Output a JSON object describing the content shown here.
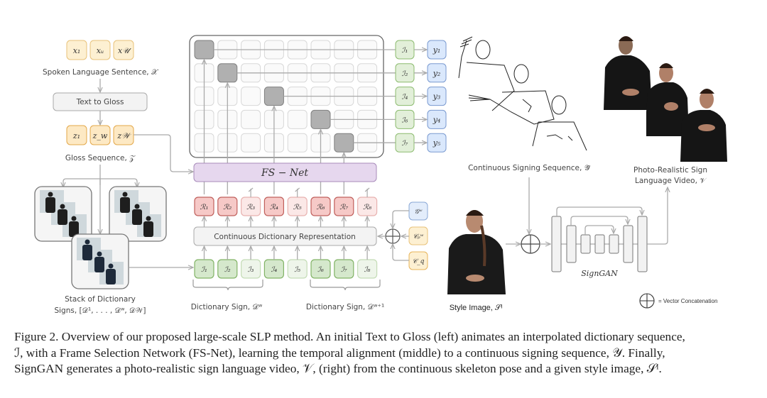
{
  "figure": {
    "input_tokens": [
      "x₁",
      "xᵤ",
      "x𝒰"
    ],
    "spoken_label": "Spoken Language Sentence, 𝒳",
    "text_to_gloss": "Text to Gloss",
    "gloss_tokens": [
      "z₁",
      "z_w",
      "z𝒲"
    ],
    "gloss_label": "Gloss Sequence, 𝒵",
    "stack_label_line1": "Stack of Dictionary",
    "stack_label_line2": "Signs, [𝒟¹, . . . , 𝒟ʷ, 𝒟𝒲]",
    "fsnet_label": "FS − Net",
    "grid": {
      "rows": 5,
      "cols": 8,
      "selected_cols": [
        0,
        1,
        3,
        5,
        6
      ]
    },
    "selected_frames": [
      "ℐ₁",
      "ℐ₂",
      "ℐ₄",
      "ℐ₆",
      "ℐ₇"
    ],
    "outputs": [
      "y₁",
      "y₂",
      "y₃",
      "y₄",
      "y₅"
    ],
    "representations": [
      "ℛ₁",
      "ℛ₂",
      "ℛ₃",
      "ℛ₄",
      "ℛ₅",
      "ℛ₆",
      "ℛ₇",
      "ℛ₈"
    ],
    "rep_active": [
      true,
      true,
      false,
      true,
      false,
      true,
      true,
      false
    ],
    "cdr_label": "Continuous Dictionary Representation",
    "frames": [
      "ℐ₁",
      "ℐ₂",
      "ℐ₃",
      "ℐ₄",
      "ℐ₅",
      "ℐ₆",
      "ℐ₇",
      "ℐ₈"
    ],
    "conditioning": [
      "𝒢ʷ",
      "𝒞ₚʷ",
      "𝒞_q"
    ],
    "dict_sign_w": "Dictionary Sign, 𝒟ʷ",
    "dict_sign_w1": "Dictionary Sign, 𝒟ʷ⁺¹",
    "skeleton_label": "Continuous Signing Sequence, 𝒴̂",
    "video_label_line1": "Photo-Realistic Sign",
    "video_label_line2": "Language Video, 𝒱",
    "style_label": "Style Image, 𝒮ᴵ",
    "signgan_label": "SignGAN",
    "legend_label": "= Vector Concatenation"
  },
  "caption": {
    "line1": "Figure 2. Overview of our proposed large-scale SLP method. An initial Text to Gloss (left) animates an interpolated dictionary sequence,",
    "line2": "ℐ, with a Frame Selection Network (FS-Net), learning the temporal alignment (middle) to a continuous signing sequence, 𝒴. Finally,",
    "line3": "SignGAN generates a photo-realistic sign language video, 𝒱, (right) from the continuous skeleton pose and a given style image, 𝒮ᴵ."
  },
  "colors": {
    "orange_fill": "#fdf0d2",
    "orange_stroke": "#e8b45a",
    "green_fill": "#e2efd9",
    "green_stroke": "#82b366",
    "blue_fill": "#dae8fc",
    "blue_stroke": "#6c8ebf",
    "red_fill": "#f8cecc",
    "red_stroke": "#b85450",
    "purple_fill": "#e1d5e7",
    "purple_stroke": "#9673a6",
    "grey_sel": "#b0b0b0"
  }
}
